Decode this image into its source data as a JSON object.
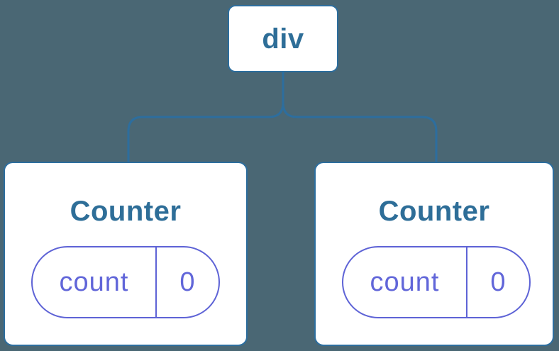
{
  "diagram": {
    "description": "React component tree: a div root with two Counter children, each holding state count = 0",
    "root": {
      "label": "div"
    },
    "children": [
      {
        "title": "Counter",
        "state": {
          "key": "count",
          "value": "0"
        }
      },
      {
        "title": "Counter",
        "state": {
          "key": "count",
          "value": "0"
        }
      }
    ],
    "colors": {
      "background": "#4a6774",
      "node_fill": "#ffffff",
      "node_border": "#2d6e9e",
      "node_text": "#2e6e98",
      "connector_line": "#2d6e9e",
      "state_accent": "#5e63d6",
      "state_text": "#6166d9"
    }
  }
}
